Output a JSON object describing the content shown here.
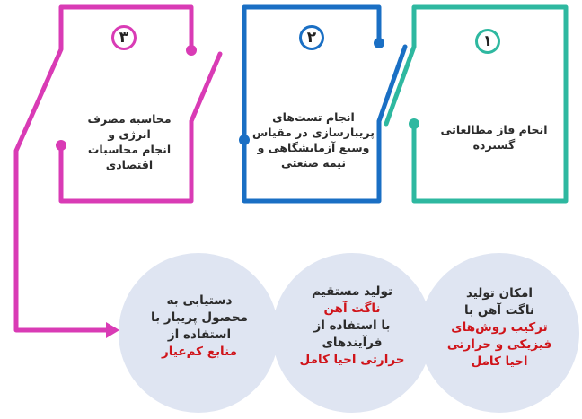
{
  "colors": {
    "step1": "#2eb8a0",
    "step2": "#1a6fc4",
    "step3": "#d93bb5",
    "circle_fill": "#dfe5f2",
    "highlight": "#d0141a"
  },
  "steps": [
    {
      "number": "۱",
      "text": [
        "انجام فاز مطالعاتی",
        "گسترده"
      ]
    },
    {
      "number": "۲",
      "text": [
        "انجام تست‌های",
        "پریبارسازی در مقیاس",
        "وسیع آزمایشگاهی و",
        "نیمه صنعتی"
      ]
    },
    {
      "number": "۳",
      "text": [
        "محاسبه مصرف انرژی و",
        "انجام محاسبات",
        "اقتصادی"
      ]
    }
  ],
  "outcomes": [
    {
      "line1": "امکان تولید",
      "line2": "ناگت آهن با",
      "highlight1": "ترکیب روش‌های",
      "highlight2": "فیزیکی و حرارتی",
      "highlight3": "احیا کامل"
    },
    {
      "line1": "تولید مستقیم",
      "highlight1": "ناگت آهن",
      "line2": "با استفاده از",
      "line3": "فرآیندهای",
      "highlight2": "حرارتی احیا کامل"
    },
    {
      "line1": "دستیابی به",
      "line2": "محصول پریبار با",
      "line3": "استفاده از",
      "highlight1": "منابع کم‌عیار"
    }
  ]
}
